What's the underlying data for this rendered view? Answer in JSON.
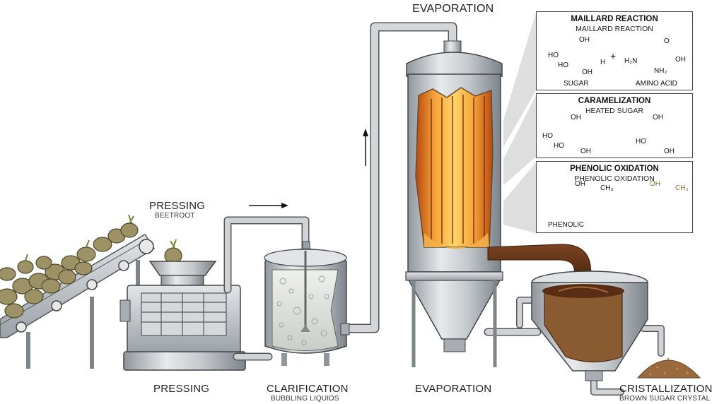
{
  "labels": {
    "evaporation_top": "EVAPORATION",
    "pressing_top": "PRESSING",
    "pressing_sub": "BEETROOT",
    "pressing_bottom": "PRESSING",
    "clarification": "CLARIFICATION",
    "clarification_sub": "BUBBLING LIQUIDS",
    "evaporation_bottom": "EVAPORATION",
    "cristallization": "CRISTALLIZATION",
    "cristallization_sub": "BROWN SUGAR CRYSTAL"
  },
  "panels": {
    "maillard": {
      "title": "MAILLARD REACTION",
      "subtitle": "MAILLARD REACTION",
      "sugar_label": "SUGAR",
      "amino_label": "AMINO ACID",
      "plus": "+",
      "atoms": {
        "oh": "OH",
        "ho": "HO",
        "h": "H",
        "h2n": "H₂N",
        "nh2": "NH₂",
        "o": "O"
      }
    },
    "caramelization": {
      "title": "CARAMELIZATION",
      "subtitle": "HEATED SUGAR",
      "atoms": {
        "oh": "OH",
        "ho": "HO"
      }
    },
    "phenolic": {
      "title": "PHENOLIC OXIDATION",
      "subtitle": "PHENOLIC OXIDATION",
      "phenolic_label": "PHENOLIC",
      "atoms": {
        "oh": "OH",
        "ch3": "CH₃"
      }
    }
  },
  "colors": {
    "steel": "#b9bec3",
    "steel_dark": "#7d848a",
    "beet": "#9c9266",
    "juice": "#5a2e14",
    "sugar": "#9a6a3c",
    "fire": "#f09a2a",
    "caramel_arrow": "#d63b1c",
    "phenol_arrow": "#6b4a2a"
  }
}
